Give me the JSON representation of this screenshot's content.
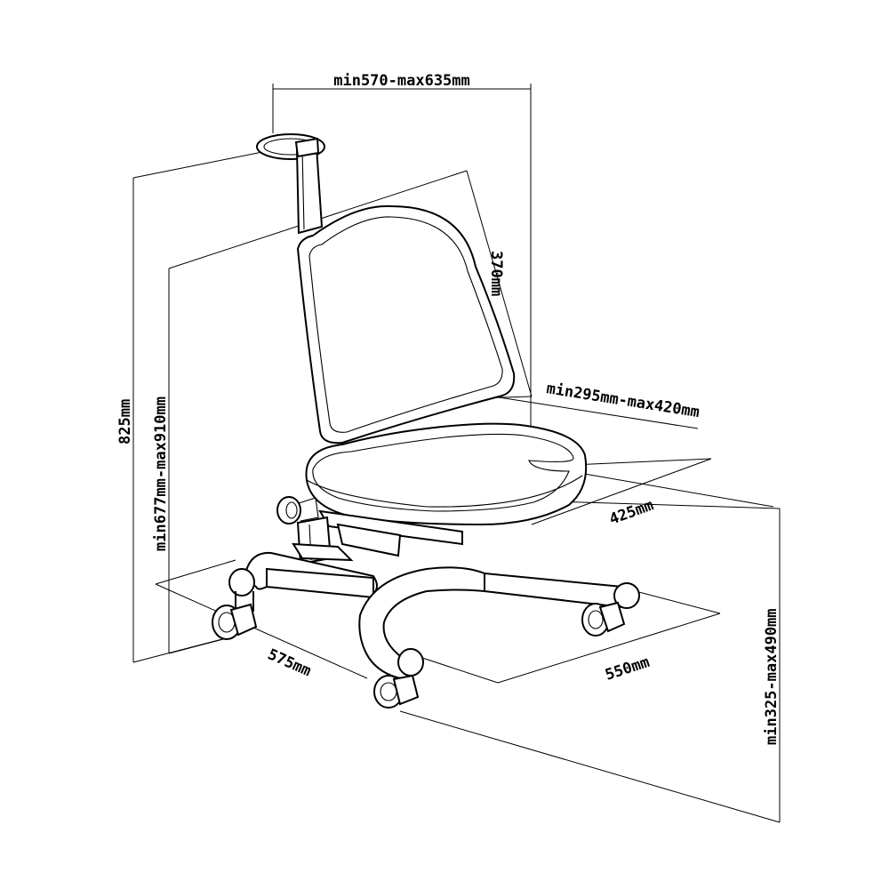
{
  "dimensions": {
    "top_width": "min570-max635mm",
    "backrest_height": "370mm",
    "seat_depth": "min295mm-max420mm",
    "seat_width": "425mm",
    "total_height": "825mm",
    "back_height_range": "min677mm-max910mm",
    "base_depth": "575mm",
    "base_width": "550mm",
    "seat_height_range": "min325-max490mm"
  }
}
